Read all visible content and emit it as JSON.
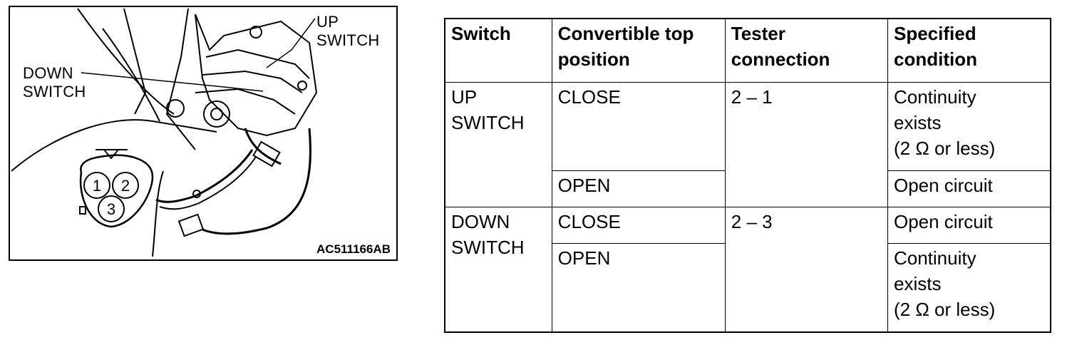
{
  "figure": {
    "label_up_line1": "UP",
    "label_up_line2": "SWITCH",
    "label_down_line1": "DOWN",
    "label_down_line2": "SWITCH",
    "connector_pins": [
      "1",
      "2",
      "3"
    ],
    "code": "AC511166AB"
  },
  "table": {
    "headers": {
      "switch": "Switch",
      "position_line1": "Convertible top",
      "position_line2": "position",
      "tester_line1": "Tester",
      "tester_line2": "connection",
      "condition_line1": "Specified",
      "condition_line2": "condition"
    },
    "up": {
      "switch_line1": "UP",
      "switch_line2": "SWITCH",
      "tester": "2 – 1",
      "close": {
        "position": "CLOSE",
        "condition_line1": "Continuity",
        "condition_line2": "exists",
        "condition_line3": "(2 Ω or less)"
      },
      "open": {
        "position": "OPEN",
        "condition": "Open circuit"
      }
    },
    "down": {
      "switch_line1": "DOWN",
      "switch_line2": "SWITCH",
      "tester": "2 – 3",
      "close": {
        "position": "CLOSE",
        "condition": "Open circuit"
      },
      "open": {
        "position": "OPEN",
        "condition_line1": "Continuity",
        "condition_line2": "exists",
        "condition_line3": "(2 Ω or less)"
      }
    }
  }
}
